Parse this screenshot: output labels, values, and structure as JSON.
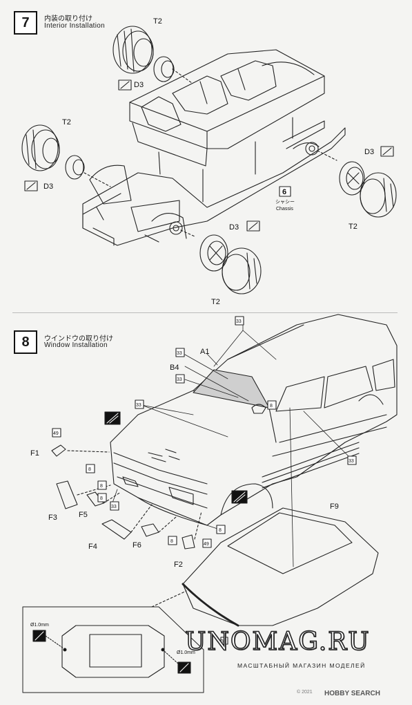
{
  "step7": {
    "number": "7",
    "title_jp": "内装の取り付け",
    "title_en": "Interior  Installation",
    "chassis_num": "6",
    "chassis_jp": "シャシー",
    "chassis_en": "Chassis",
    "labels": {
      "t2_top": "T2",
      "d3_top": "D3",
      "t2_left": "T2",
      "d3_left": "D3",
      "d3_right": "D3",
      "t2_right": "T2",
      "d3_bottom": "D3",
      "t2_bottom": "T2"
    }
  },
  "step8": {
    "number": "8",
    "title_jp": "ウインドウの取り付け",
    "title_en": "Window Installation",
    "labels": {
      "a1": "A1",
      "b4": "B4",
      "f1": "F1",
      "f2": "F2",
      "f3": "F3",
      "f4": "F4",
      "f5": "F5",
      "f6": "F6",
      "f9": "F9"
    },
    "callouts": {
      "n33": "33",
      "n8": "8",
      "n49": "49"
    },
    "inset": {
      "drill_top": "Ø1.0mm",
      "drill_right": "Ø1.0mm"
    }
  },
  "watermark": {
    "brand": "UNOMAG.RU",
    "tagline": "МАСШТАБНЫЙ МАГАЗИН МОДЕЛЕЙ"
  },
  "footer": {
    "copyright": "© 2021",
    "hobby_search": "HOBBY SEARCH"
  }
}
